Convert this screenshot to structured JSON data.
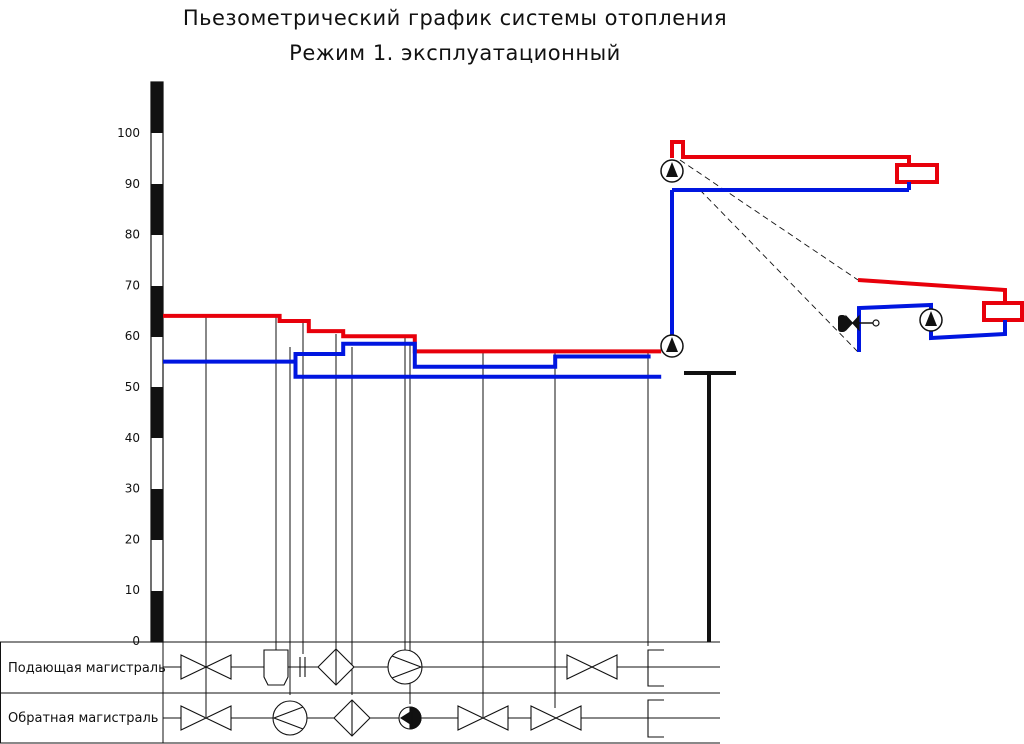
{
  "title": {
    "line1": "Пьезометрический график системы отопления",
    "line2": "Режим 1. эксплуатационный"
  },
  "axis": {
    "ticks": [
      "0",
      "10",
      "20",
      "30",
      "40",
      "50",
      "60",
      "70",
      "80",
      "90",
      "100"
    ]
  },
  "table": {
    "supply_label": "Подающая магистраль",
    "return_label": "Обратная магистраль"
  },
  "colors": {
    "supply": "#e8000b",
    "return": "#0016e0",
    "lines": "#111111"
  },
  "chart_data": {
    "type": "line",
    "ylim": [
      0,
      110
    ],
    "series": [
      {
        "x": [
          0,
          22,
          22,
          27.5,
          27.5,
          34,
          34,
          47.5,
          47.5,
          94
        ],
        "values": [
          64,
          64,
          63,
          63,
          61,
          61,
          60,
          60,
          57,
          57
        ]
      },
      {
        "x": [
          0,
          25,
          25,
          94
        ],
        "values": [
          55,
          55,
          52,
          52
        ]
      }
    ]
  }
}
